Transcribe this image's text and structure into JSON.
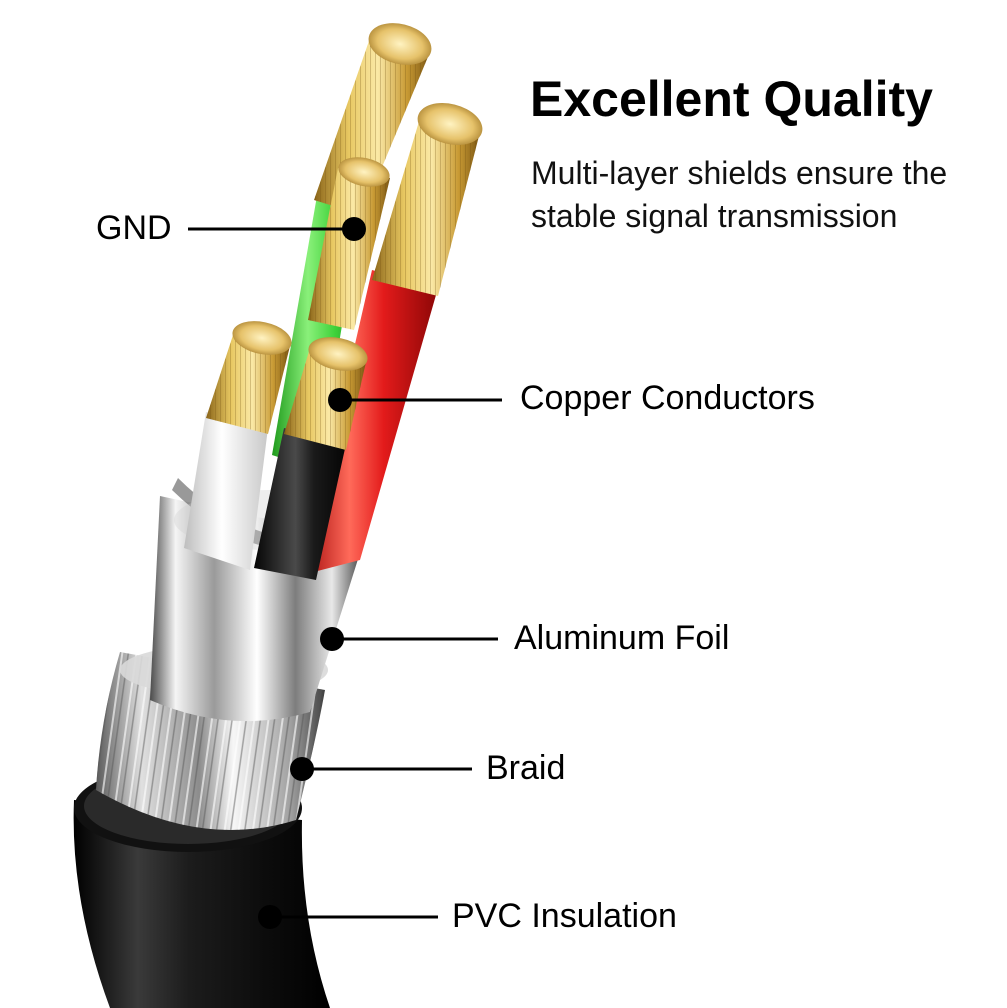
{
  "header": {
    "title": "Excellent Quality",
    "subtitle_lines": [
      "Multi-layer shields ensure the",
      "stable signal transmission"
    ]
  },
  "callouts": [
    {
      "id": "gnd",
      "label": "GND"
    },
    {
      "id": "copper",
      "label": "Copper Conductors"
    },
    {
      "id": "foil",
      "label": "Aluminum Foil"
    },
    {
      "id": "braid",
      "label": "Braid"
    },
    {
      "id": "pvc",
      "label": "PVC Insulation"
    }
  ],
  "colors": {
    "background": "#ffffff",
    "text": "#000000",
    "copper": "#d8b24a",
    "wire_green": "#3fd23a",
    "wire_red": "#e31b1b",
    "wire_white": "#f2f2f2",
    "wire_black": "#151515",
    "pvc_jacket": "#1b1b1b"
  }
}
